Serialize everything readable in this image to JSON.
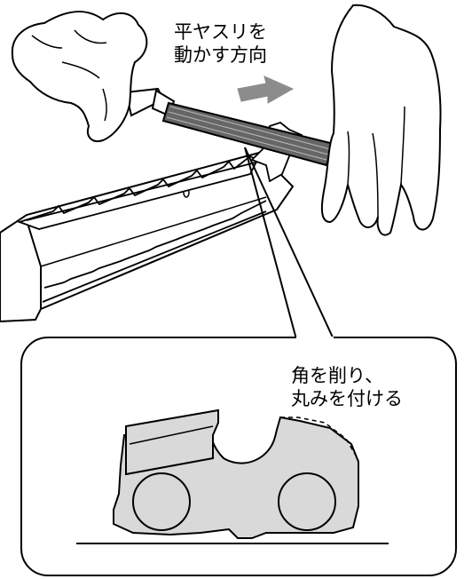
{
  "labels": {
    "file_direction": [
      "平ヤスリを",
      "動かす方向"
    ],
    "corner_rounding": [
      "角を削り、",
      "丸みを付ける"
    ]
  },
  "colors": {
    "stroke": "#000000",
    "fill_gray": "#d9d9d9",
    "arrow_gray": "#8c8c8c",
    "background": "#ffffff"
  }
}
